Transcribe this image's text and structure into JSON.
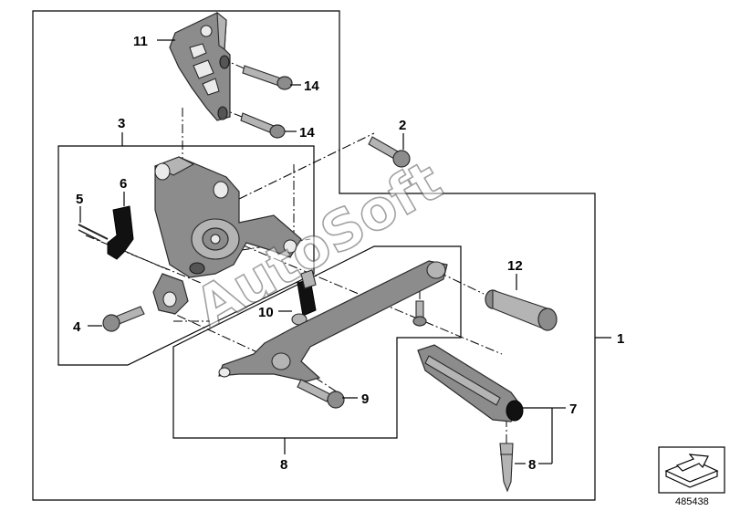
{
  "diagram": {
    "callouts": [
      {
        "id": "c1",
        "label": "1"
      },
      {
        "id": "c2",
        "label": "2"
      },
      {
        "id": "c3",
        "label": "3"
      },
      {
        "id": "c4",
        "label": "4"
      },
      {
        "id": "c5",
        "label": "5"
      },
      {
        "id": "c6",
        "label": "6"
      },
      {
        "id": "c7",
        "label": "7"
      },
      {
        "id": "c8",
        "label": "8"
      },
      {
        "id": "c9",
        "label": "9"
      },
      {
        "id": "c10",
        "label": "10"
      },
      {
        "id": "c11",
        "label": "11"
      },
      {
        "id": "c12",
        "label": "12"
      },
      {
        "id": "c13",
        "label": "13"
      },
      {
        "id": "c14a",
        "label": "14"
      },
      {
        "id": "c14b",
        "label": "14"
      }
    ],
    "watermark": "AutoSoft",
    "image_id": "485438",
    "icon": "arrow-box-icon"
  }
}
